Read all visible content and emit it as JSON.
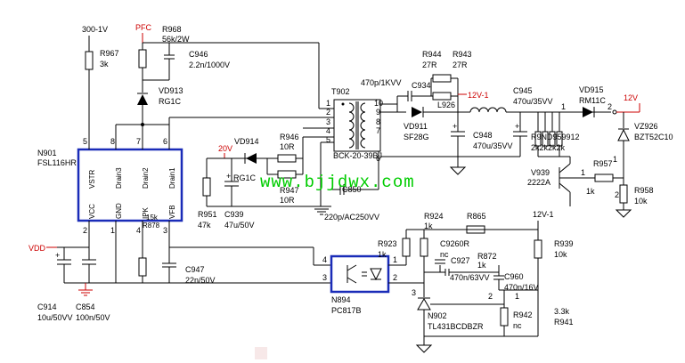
{
  "ic_n901": {
    "ref": "N901",
    "part": "FSL116HR",
    "pins_top": [
      {
        "num": "5",
        "name": "VSTR"
      },
      {
        "num": "8",
        "name": "Drain3"
      },
      {
        "num": "7",
        "name": "Drain2"
      },
      {
        "num": "6",
        "name": "Drain1"
      }
    ],
    "pins_bottom": [
      {
        "num": "2",
        "name": "VCC"
      },
      {
        "num": "1",
        "name": "GND"
      },
      {
        "num": "4",
        "name": "IPK"
      },
      {
        "num": "3",
        "name": "VFB"
      }
    ]
  },
  "nets": {
    "hv_in": "300-1V",
    "pfc": "PFC",
    "vdd": "VDD",
    "v20": "20V",
    "v12_1": "12V-1",
    "v12": "12V",
    "v12_1_b": "12V-1"
  },
  "components": {
    "r967": {
      "ref": "R967",
      "value": "3k"
    },
    "r968": {
      "ref": "R968",
      "value": "56k/2W"
    },
    "c946": {
      "ref": "C946",
      "value": "2.2n/1000V"
    },
    "vd913": {
      "ref": "VD913",
      "value": "RG1C"
    },
    "vd914": {
      "ref": "VD914",
      "value": "RG1C"
    },
    "r946": {
      "ref": "R946",
      "value": "10R"
    },
    "r947": {
      "ref": "R947",
      "value": "10R"
    },
    "r951": {
      "ref": "R951",
      "value": "47k"
    },
    "c939": {
      "ref": "C939",
      "value": "47u/50V"
    },
    "c850": {
      "ref": "C850",
      "value": "220p/AC250VV"
    },
    "t902": {
      "ref": "T902",
      "part": "BCK-20-39BJ",
      "pins_left": [
        "1",
        "2",
        "3",
        "4",
        "5"
      ],
      "pins_right": [
        "10",
        "9",
        "8",
        "7",
        "6"
      ]
    },
    "c934": {
      "ref": "C934",
      "value": "470p/1KVV"
    },
    "r944": {
      "ref": "R944",
      "value": "27R"
    },
    "r943": {
      "ref": "R943",
      "value": "27R"
    },
    "vd911": {
      "ref": "VD911",
      "value": "SF28G"
    },
    "l926": {
      "ref": "L926",
      "value": ""
    },
    "c948": {
      "ref": "C948",
      "value": "470u/35VV"
    },
    "c945": {
      "ref": "C945",
      "value": "470u/35VV"
    },
    "vd915": {
      "ref": "VD915",
      "value": "RM11C"
    },
    "vz926": {
      "ref": "VZ926",
      "value": "BZT52C10"
    },
    "r_array": {
      "ref": "R9ND959912",
      "value": "2k2k2k2k"
    },
    "v939": {
      "ref": "V939",
      "value": "2222A"
    },
    "r957": {
      "ref": "R957",
      "value": "1k"
    },
    "r958": {
      "ref": "R958",
      "value": "10k"
    },
    "c914": {
      "ref": "C914",
      "value": "10u/50VV"
    },
    "c854": {
      "ref": "C854",
      "value": "100n/50V"
    },
    "r878": {
      "ref": "R878",
      "value": "15k"
    },
    "c947": {
      "ref": "C947",
      "value": "22n/50V"
    },
    "n894": {
      "ref": "N894",
      "part": "PC817B"
    },
    "r923": {
      "ref": "R923",
      "value": "1k"
    },
    "r924": {
      "ref": "R924",
      "value": "1k"
    },
    "r865": {
      "ref": "R865",
      "value": ""
    },
    "c9260r": {
      "ref": "C9260R",
      "value": "nc"
    },
    "r872": {
      "ref": "R872",
      "value": "1k"
    },
    "c927": {
      "ref": "C927",
      "value": "470n/63VV"
    },
    "c960": {
      "ref": "C960",
      "value": "470n/16V"
    },
    "r939": {
      "ref": "R939",
      "value": "10k"
    },
    "n902": {
      "ref": "N902",
      "part": "TL431BCDBZR"
    },
    "r942": {
      "ref": "R942",
      "value": "nc"
    },
    "r941": {
      "ref": "R941",
      "value": "3.3k"
    }
  },
  "pin_labels": {
    "p1a": "1",
    "p2a": "2",
    "p2b": "2",
    "p1b": "1",
    "p2c": "2",
    "p1c": "1",
    "p4": "4",
    "p3": "3",
    "p1d": "1",
    "p2d": "2",
    "p3b": "3",
    "p1e": "1",
    "p2e": "2"
  },
  "watermark": "www.bjjdwx.com"
}
